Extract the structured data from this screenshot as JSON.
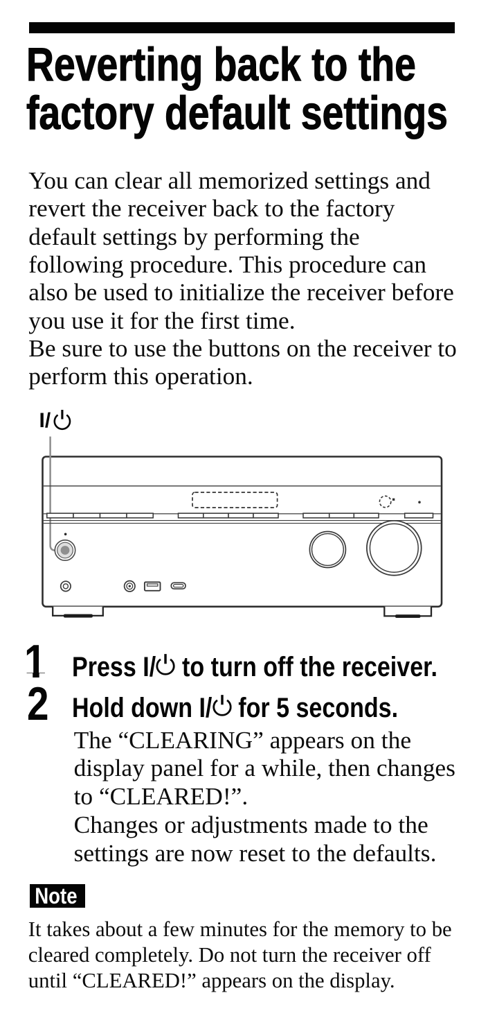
{
  "header": {
    "title_lines": [
      "Reverting back to the",
      "factory default settings"
    ]
  },
  "intro": {
    "lines": [
      "You can clear all memorized settings and",
      "revert the receiver back to the factory",
      "default settings by performing the",
      "following procedure. This procedure can",
      "also be used to initialize the receiver before",
      "you use it for the first time.",
      "Be sure to use the buttons on the receiver to",
      "perform this operation."
    ]
  },
  "figure": {
    "power_label_prefix": "I/",
    "power_icon": "power-symbol"
  },
  "steps": [
    {
      "number": "1",
      "heading_prefix": "Press I/",
      "heading_suffix": " to turn off the receiver.",
      "body_lines": []
    },
    {
      "number": "2",
      "heading_prefix": "Hold down I/",
      "heading_suffix": " for 5 seconds.",
      "body_lines": [
        "The “CLEARING” appears on the",
        "display panel for a while, then changes",
        "to “CLEARED!”.",
        "Changes or adjustments made to the",
        "settings are now reset to the defaults."
      ]
    }
  ],
  "note": {
    "badge": "Note",
    "lines": [
      "It takes about a few minutes for the memory to be",
      "cleared completely. Do not turn the receiver off",
      "until “CLEARED!” appears on the display."
    ]
  },
  "colors": {
    "text": "#101010",
    "bar": "#040404",
    "badge_bg": "#040404",
    "badge_text": "#ffffff",
    "diagram_line": "#3d3d3d",
    "leader_gray": "#8e8e8e"
  }
}
